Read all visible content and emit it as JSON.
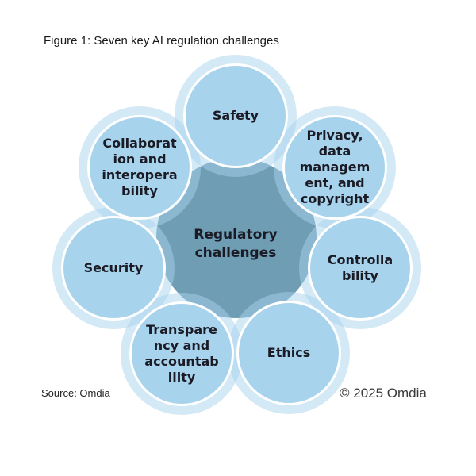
{
  "figure": {
    "title": "Figure 1: Seven key AI regulation challenges",
    "source": "Source: Omdia",
    "copyright": "© 2025 Omdia"
  },
  "diagram": {
    "type": "radial-venn",
    "center": {
      "id": "regulatory-challenges",
      "label": "Regulatory\nchallenges"
    },
    "nodes": [
      {
        "id": "safety",
        "label": "Safety"
      },
      {
        "id": "privacy",
        "label": "Privacy,\ndata\nmanagem\nent, and\ncopyright"
      },
      {
        "id": "controllability",
        "label": "Controlla\nbility"
      },
      {
        "id": "ethics",
        "label": "Ethics"
      },
      {
        "id": "transparency",
        "label": "Transpare\nncy and\naccountab\nility"
      },
      {
        "id": "security",
        "label": "Security"
      },
      {
        "id": "collaboration",
        "label": "Collaborat\nion and\ninteropera\nbility"
      }
    ],
    "colors": {
      "node_fill": "#A8D3EC",
      "node_halo": "rgba(168,212,237,0.5)",
      "center_fill": "#6F9DB3",
      "node_stroke": "#FFFFFF",
      "label_text": "#1B1B26",
      "background": "#FFFFFF"
    }
  }
}
